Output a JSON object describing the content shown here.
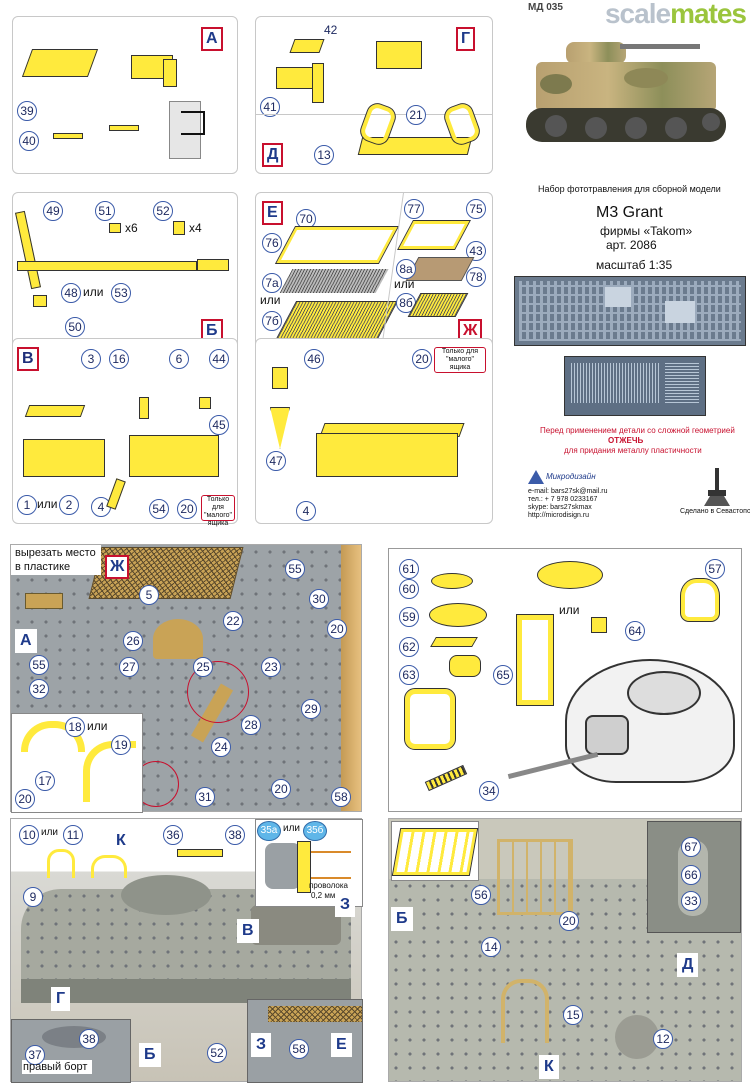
{
  "header": {
    "code": "МД 035",
    "watermark_part1": "scale",
    "watermark_part2": "mates"
  },
  "panels": {
    "A": {
      "letter": "А",
      "parts": [
        "39",
        "40"
      ]
    },
    "G": {
      "letter": "Г",
      "parts": [
        "42",
        "41"
      ]
    },
    "D": {
      "letter": "Д",
      "parts": [
        "21",
        "13"
      ]
    },
    "B2": {
      "letter": "Б",
      "parts": [
        "49",
        "51",
        "52",
        "48",
        "53",
        "50"
      ],
      "mult1": "x6",
      "mult2": "x4",
      "or": "или"
    },
    "E": {
      "letter": "Е",
      "parts": [
        "70",
        "76",
        "7а",
        "7б"
      ],
      "or": "или"
    },
    "Zh": {
      "letter": "Ж",
      "parts": [
        "77",
        "75",
        "43",
        "8а",
        "8б",
        "78"
      ],
      "or": "или"
    },
    "V": {
      "letter": "В",
      "parts": [
        "3",
        "16",
        "6",
        "44",
        "45",
        "1",
        "2",
        "4",
        "54",
        "20"
      ],
      "or": "или",
      "note": "Только для \"малого\" ящика"
    },
    "box": {
      "parts": [
        "46",
        "47",
        "20",
        "4"
      ],
      "note": "Только для \"малого\" ящика"
    }
  },
  "info": {
    "line1": "Набор фототравления для сборной модели",
    "title": "M3 Grant",
    "firm": "фирмы «Takom»",
    "art": "арт. 2086",
    "scale": "масштаб 1:35",
    "warning_line1": "Перед применением детали со сложной геометрией",
    "warning_line2": "ОТЖЕЧЬ",
    "warning_line3": "для придания металлу пластичности",
    "brand": "Микродизайн",
    "contacts": [
      "e-mail: bars27sk@mail.ru",
      "тел.: + 7 978 0233167",
      "skype: bars27skmax",
      "http://microdisign.ru"
    ],
    "made_in": "Сделано в Севастополе"
  },
  "photo1": {
    "cut_note_line1": "вырезать место",
    "cut_note_line2": "в пластике",
    "letters": [
      "Ж",
      "А"
    ],
    "parts": [
      "5",
      "55",
      "30",
      "26",
      "22",
      "20",
      "27",
      "25",
      "23",
      "55",
      "32",
      "29",
      "18",
      "19",
      "28",
      "17",
      "24",
      "20",
      "20",
      "31",
      "58"
    ],
    "or": "или"
  },
  "turret": {
    "parts": [
      "61",
      "60",
      "59",
      "62",
      "63",
      "65",
      "64",
      "57",
      "34"
    ],
    "or": "или"
  },
  "photo3": {
    "parts": [
      "10",
      "11",
      "9",
      "36",
      "38",
      "35а",
      "35б",
      "52",
      "58",
      "38",
      "37"
    ],
    "letters": [
      "К",
      "В",
      "З",
      "Г",
      "Б",
      "З",
      "Е"
    ],
    "or": "или",
    "or2": "или",
    "wire_line1": "проволока",
    "wire_line2": "0,2 мм",
    "right_side": "правый борт"
  },
  "photo4": {
    "parts": [
      "67",
      "66",
      "33",
      "56",
      "20",
      "14",
      "15",
      "12"
    ],
    "letters": [
      "Б",
      "Д",
      "К"
    ]
  }
}
